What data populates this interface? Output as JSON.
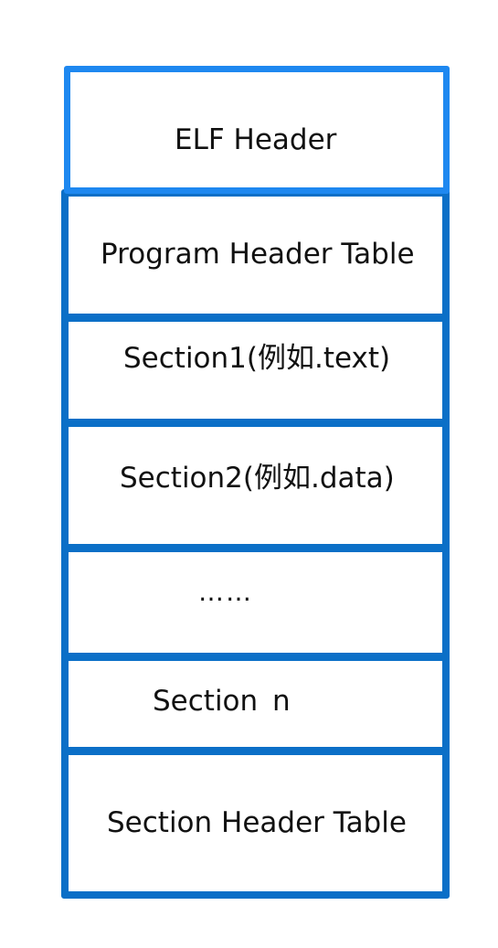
{
  "colors": {
    "header_border": "#1e88f0",
    "section_border": "#0b6fc7",
    "text": "#111111",
    "background": "#ffffff"
  },
  "blocks": [
    {
      "id": "elf-header",
      "label": "ELF Header"
    },
    {
      "id": "program-header-table",
      "label": "Program Header Table"
    },
    {
      "id": "section-1",
      "label": "Section1(例如.text)"
    },
    {
      "id": "section-2",
      "label": "Section2(例如.data)"
    },
    {
      "id": "ellipsis",
      "label": "……"
    },
    {
      "id": "section-n",
      "label": "Section  n"
    },
    {
      "id": "section-header-table",
      "label": "Section Header Table"
    }
  ]
}
